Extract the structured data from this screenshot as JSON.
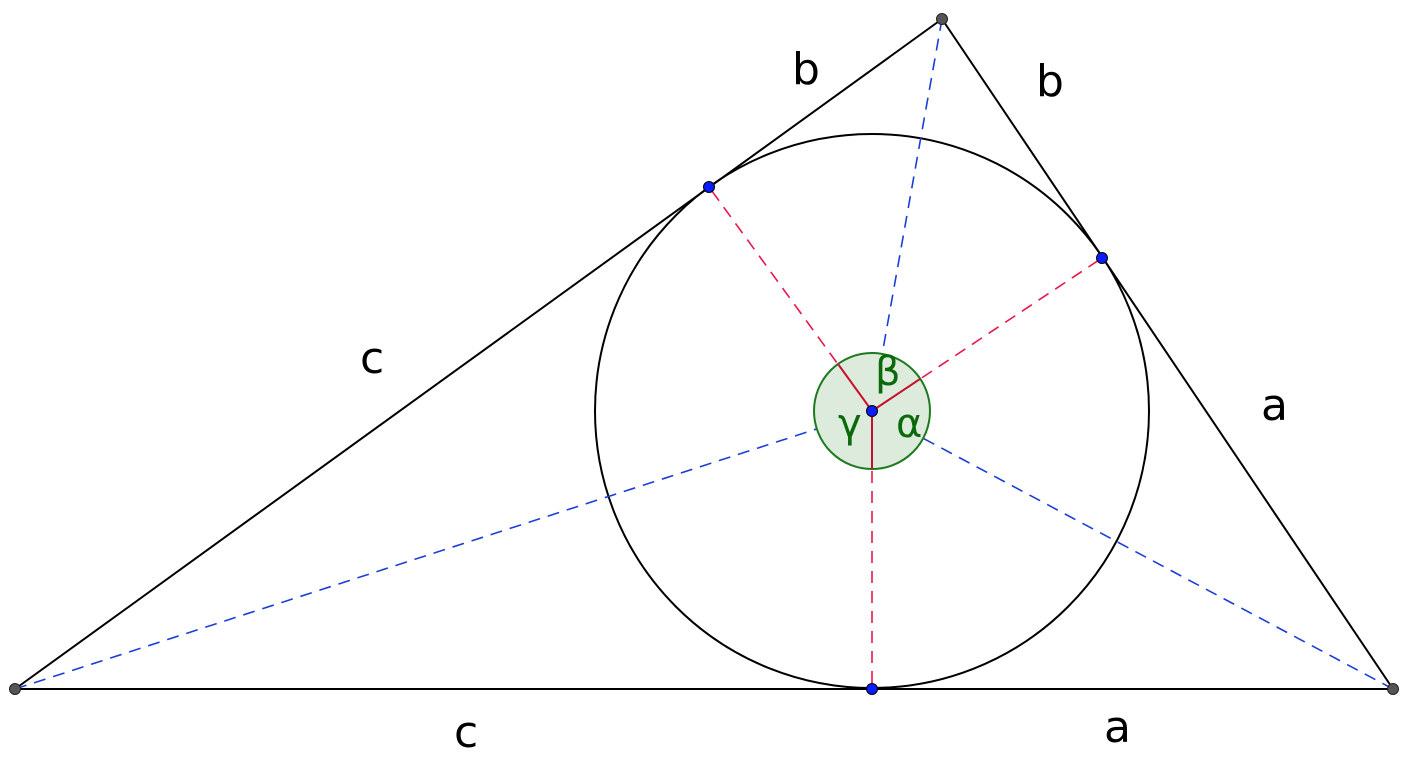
{
  "labels": {
    "side_c_left": "c",
    "side_c_bottom": "c",
    "side_b_left": "b",
    "side_b_right": "b",
    "side_a_right": "a",
    "side_a_bottom": "a",
    "angle_alpha": "α",
    "angle_beta": "β",
    "angle_gamma": "γ"
  },
  "colors": {
    "triangle": "#000000",
    "circle": "#000000",
    "bisector": "#1a3fd6",
    "radius": "#e8174a",
    "radius_short": "#c8102e",
    "angle_fill": "#dcebdc",
    "angle_stroke": "#1e7a1e",
    "angle_text": "#0a6a0a",
    "tangent_point": "#0b1cff",
    "vertex": "#555555"
  }
}
